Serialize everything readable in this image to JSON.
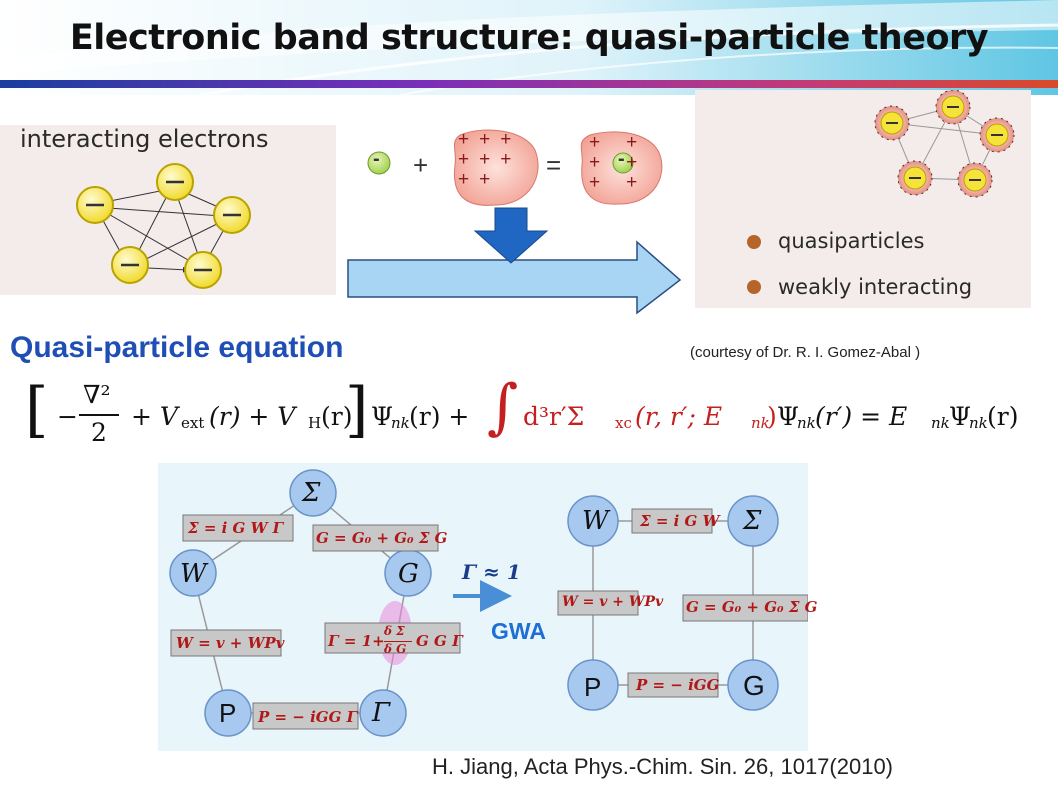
{
  "slide": {
    "title": "Electronic band structure: quasi-particle theory",
    "accent_gradient": [
      "#1a3fa0",
      "#7a2fb8",
      "#c13a7a",
      "#d94a2a"
    ]
  },
  "top_left_panel": {
    "label": "interacting electrons"
  },
  "middle": {
    "minus": "-",
    "plus": "+",
    "equals": "=",
    "plus_sign": "+"
  },
  "top_right_panel": {
    "items": [
      "quasiparticles",
      "weakly interacting"
    ]
  },
  "equation_section": {
    "title": "Quasi-particle equation",
    "courtesy": "(courtesy of  Dr. R. I. Gomez-Abal )"
  },
  "equation": {
    "lbracket": "[",
    "minus": "−",
    "nabla": "∇²",
    "two": "2",
    "vext": "+ V",
    "vext_sub": "ext",
    "vext_arg": "(r) + V",
    "vh_sub": "H",
    "vh_arg": "(r)",
    "rbracket": "]",
    "psi": "Ψ",
    "nk": "nk",
    "r": "(r) +",
    "integral": "∫",
    "integrand": "d³r′Σ",
    "xc": "xc",
    "sigma_args": "(r, r′; E",
    "sigma_nk": "nk",
    "sigma_close": ")",
    "psi2": "Ψ",
    "nk2": "nk",
    "r2": "(r′) = E",
    "enk": "nk",
    "psi3": "Ψ",
    "nk3": "nk",
    "r3": "(r)"
  },
  "hedin": {
    "nodes": [
      "Σ",
      "G",
      "Γ",
      "P",
      "W"
    ],
    "eq_sigma": "Σ = i G W Γ",
    "eq_g": "G = G₀ + G₀ Σ G",
    "eq_w": "W = v + WPv",
    "eq_gamma_pre": "Γ = 1+",
    "eq_gamma_num": "δ Σ",
    "eq_gamma_den": "δ G",
    "eq_gamma_post": "G G Γ",
    "eq_p": "P = − iGG Γ"
  },
  "gw": {
    "approx": "Γ ≈ 1",
    "label": "GWA",
    "nodes": [
      "W",
      "Σ",
      "P",
      "G"
    ],
    "eq_sigma": "Σ = i G W",
    "eq_w": "W = v + WPv",
    "eq_g": "G = G₀ + G₀ Σ G",
    "eq_p": "P = − iGG"
  },
  "citation": "H. Jiang,  Acta Phys.-Chim. Sin. 26, 1017(2010)"
}
